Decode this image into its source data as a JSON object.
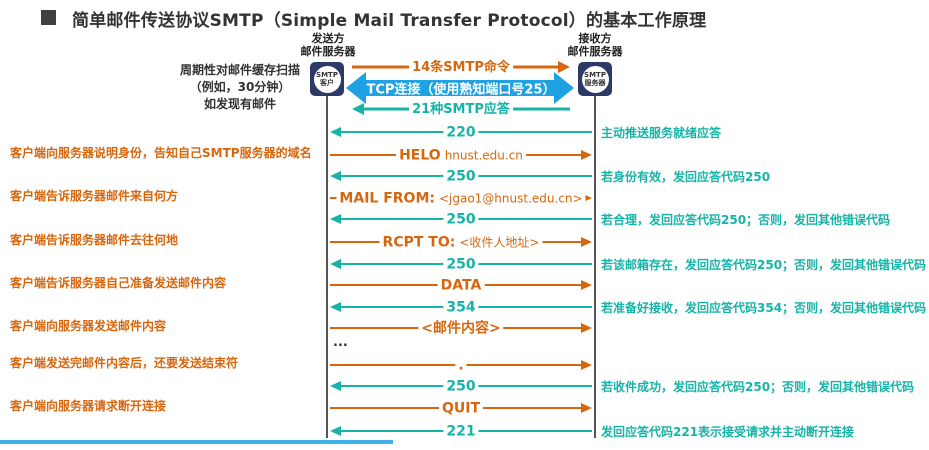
{
  "title": "简单邮件传送协议SMTP（Simple Mail Transfer Protocol）的基本工作原理",
  "sender": {
    "title_line1": "发送方",
    "title_line2": "邮件服务器",
    "box_line1": "SMTP",
    "box_line2": "客户"
  },
  "receiver": {
    "title_line1": "接收方",
    "title_line2": "邮件服务器",
    "box_line1": "SMTP",
    "box_line2": "服务器"
  },
  "left_note": {
    "line1": "周期性对邮件缓存扫描",
    "line2": "（例如，30分钟）",
    "line3": "如发现有邮件"
  },
  "top_arrows": {
    "commands": "14条SMTP命令",
    "tcp": "TCP连接（使用熟知端口号25）",
    "responses": "21种SMTP应答"
  },
  "colors": {
    "command": "#d7670f",
    "response": "#17b3a8",
    "tcp_arrow": "#1fa2e4",
    "server_box": "#2d3a67",
    "bottom_bar": "#3fb2e5"
  },
  "ellipsis": "...",
  "messages": [
    {
      "dir": "right-to-left",
      "main": "220",
      "extra": "",
      "note": "主动推送服务就绪应答"
    },
    {
      "dir": "left-to-right",
      "main": "HELO",
      "extra": "hnust.edu.cn",
      "note": "客户端向服务器说明身份，告知自己SMTP服务器的域名"
    },
    {
      "dir": "right-to-left",
      "main": "250",
      "extra": "",
      "note": "若身份有效，发回应答代码250"
    },
    {
      "dir": "left-to-right",
      "main": "MAIL FROM:",
      "extra": "<jgao1@hnust.edu.cn>",
      "note": "客户端告诉服务器邮件来自何方"
    },
    {
      "dir": "right-to-left",
      "main": "250",
      "extra": "",
      "note": "若合理，发回应答代码250；否则，发回其他错误代码"
    },
    {
      "dir": "left-to-right",
      "main": "RCPT TO:",
      "extra": "<收件人地址>",
      "note": "客户端告诉服务器邮件去往何地"
    },
    {
      "dir": "right-to-left",
      "main": "250",
      "extra": "",
      "note": "若该邮箱存在，发回应答代码250；否则，发回其他错误代码"
    },
    {
      "dir": "left-to-right",
      "main": "DATA",
      "extra": "",
      "note": "客户端告诉服务器自己准备发送邮件内容"
    },
    {
      "dir": "right-to-left",
      "main": "354",
      "extra": "",
      "note": "若准备好接收，发回应答代码354；否则，发回其他错误代码"
    },
    {
      "dir": "left-to-right",
      "main": "<邮件内容>",
      "extra": "",
      "note": "客户端向服务器发送邮件内容"
    },
    {
      "dir": "left-to-right",
      "main": ".",
      "extra": "",
      "note": "客户端发送完邮件内容后，还要发送结束符"
    },
    {
      "dir": "right-to-left",
      "main": "250",
      "extra": "",
      "note": "若收件成功，发回应答代码250；否则，发回其他错误代码"
    },
    {
      "dir": "left-to-right",
      "main": "QUIT",
      "extra": "",
      "note": "客户端向服务器请求断开连接"
    },
    {
      "dir": "right-to-left",
      "main": "221",
      "extra": "",
      "note": "发回应答代码221表示接受请求并主动断开连接"
    }
  ]
}
